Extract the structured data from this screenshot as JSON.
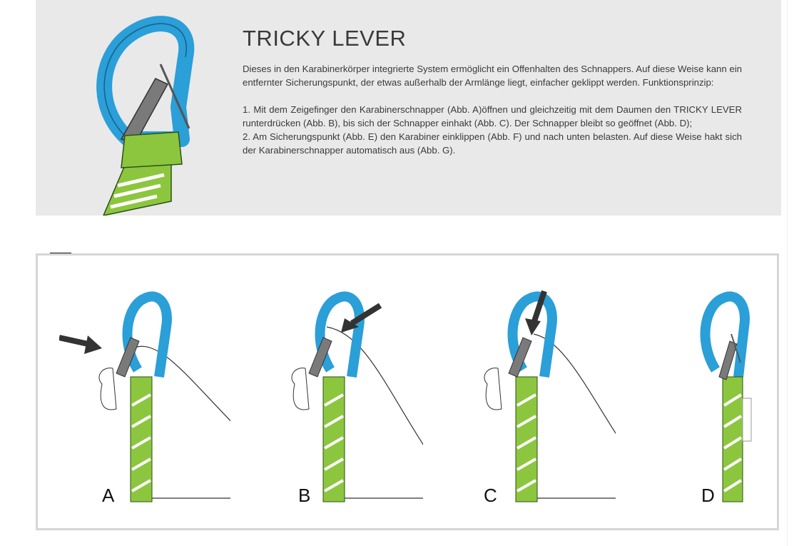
{
  "header": {
    "title": "TRICKY LEVER"
  },
  "description": {
    "intro": "Dieses in den Karabinerkörper integrierte System ermöglicht ein Offenhalten des Schnappers. Auf diese Weise kann ein entfernter Sicherungspunkt, der etwas außerhalb der Armlänge liegt, einfacher geklippt werden. Funktionsprinzip:",
    "step1": "1. Mit dem Zeigefinger den Karabinerschnapper (Abb. A)öffnen und gleichzeitig mit dem Daumen den TRICKY LEVER runterdrücken (Abb. B), bis sich der Schnapper einhakt (Abb. C). Der Schnapper bleibt so geöffnet (Abb. D);",
    "step2": "2. Am Sicherungspunkt (Abb. E) den Karabiner einklippen (Abb. F) und nach unten belasten. Auf diese Weise hakt sich der Karabinerschnapper automatisch aus (Abb. G)."
  },
  "figures": [
    {
      "label": "A"
    },
    {
      "label": "B"
    },
    {
      "label": "C"
    },
    {
      "label": "D"
    }
  ],
  "colors": {
    "carabiner": "#2a9fd8",
    "sling": "#8cc63f",
    "lever": "#7a7a7a",
    "panel_bg": "#e9e9ea"
  }
}
